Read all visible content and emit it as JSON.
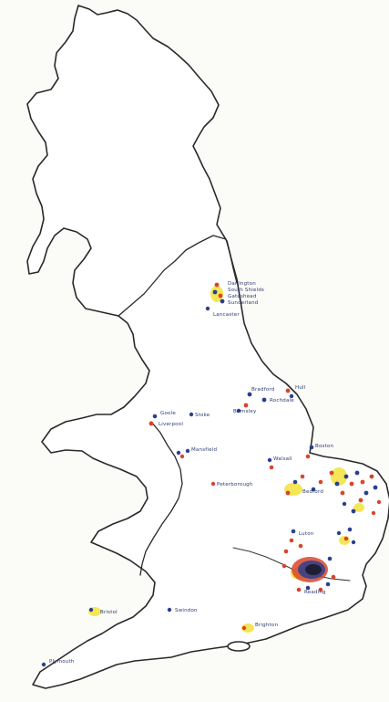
{
  "map": {
    "colors": {
      "outline": "#2a2a2a",
      "label": "#2c3a6e",
      "marker_blue": "#2b3f8f",
      "marker_red": "#d8452b",
      "marker_black": "#1b1b2a",
      "highlight_yellow": "#f2e23a"
    },
    "labels": [
      {
        "id": "lbl-1",
        "text": "Darlington"
      },
      {
        "id": "lbl-2",
        "text": "South Shields"
      },
      {
        "id": "lbl-3",
        "text": "Gateshead"
      },
      {
        "id": "lbl-4",
        "text": "Sunderland"
      },
      {
        "id": "lbl-5",
        "text": "Lancaster"
      },
      {
        "id": "lbl-6",
        "text": "Bradford"
      },
      {
        "id": "lbl-7",
        "text": "Hull"
      },
      {
        "id": "lbl-8",
        "text": "Rochdale"
      },
      {
        "id": "lbl-9",
        "text": "Barnsley"
      },
      {
        "id": "lbl-10",
        "text": "Goole"
      },
      {
        "id": "lbl-11",
        "text": "Liverpool"
      },
      {
        "id": "lbl-12",
        "text": "Stoke"
      },
      {
        "id": "lbl-13",
        "text": "Mansfield"
      },
      {
        "id": "lbl-14",
        "text": "Boston"
      },
      {
        "id": "lbl-15",
        "text": "Walsall"
      },
      {
        "id": "lbl-16",
        "text": "Peterborough"
      },
      {
        "id": "lbl-17",
        "text": "Bedford"
      },
      {
        "id": "lbl-18",
        "text": "Luton"
      },
      {
        "id": "lbl-19",
        "text": "Reading"
      },
      {
        "id": "lbl-20",
        "text": "Bristol"
      },
      {
        "id": "lbl-21",
        "text": "Swindon"
      },
      {
        "id": "lbl-22",
        "text": "Brighton"
      },
      {
        "id": "lbl-23",
        "text": "Plymouth"
      }
    ]
  }
}
